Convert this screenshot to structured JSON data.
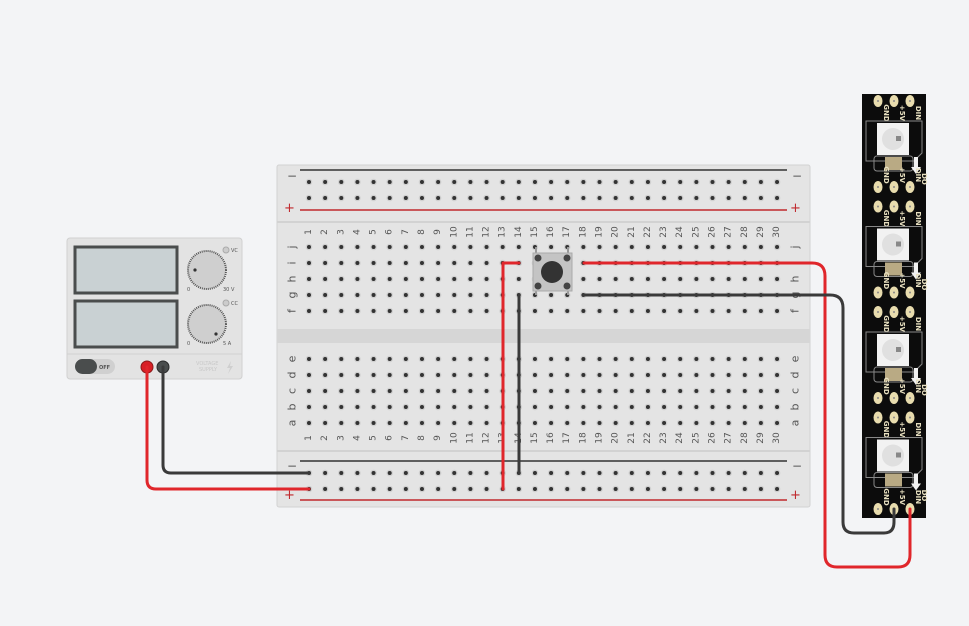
{
  "power_supply": {
    "switch_label": "OFF",
    "brand_line1": "VOLTAGE",
    "brand_line2": "SUPPLY",
    "voltage_indicator": "VC",
    "current_indicator": "CC",
    "voltage_knob_min": "0",
    "voltage_knob_max": "30 V",
    "current_knob_min": "0",
    "current_knob_max": "5 A"
  },
  "breadboard": {
    "rail_minus": "−",
    "rail_plus": "+",
    "columns": [
      "1",
      "2",
      "3",
      "4",
      "5",
      "6",
      "7",
      "8",
      "9",
      "10",
      "11",
      "12",
      "13",
      "14",
      "15",
      "16",
      "17",
      "18",
      "19",
      "20",
      "21",
      "22",
      "23",
      "24",
      "25",
      "26",
      "27",
      "28",
      "29",
      "30"
    ],
    "top_rows": [
      "j",
      "i",
      "h",
      "g",
      "f"
    ],
    "bottom_rows": [
      "e",
      "d",
      "c",
      "b",
      "a"
    ]
  },
  "led_strip": {
    "pixel_count": 4,
    "pad_labels": [
      "GND",
      "+5V",
      "DIN"
    ],
    "out_label": "DO"
  },
  "colors": {
    "wire_red": "#e0262b",
    "wire_black": "#3a3a3a",
    "breadboard": "#e4e4e4",
    "strip": "#0c0c0c",
    "pad": "#e8dcae"
  }
}
